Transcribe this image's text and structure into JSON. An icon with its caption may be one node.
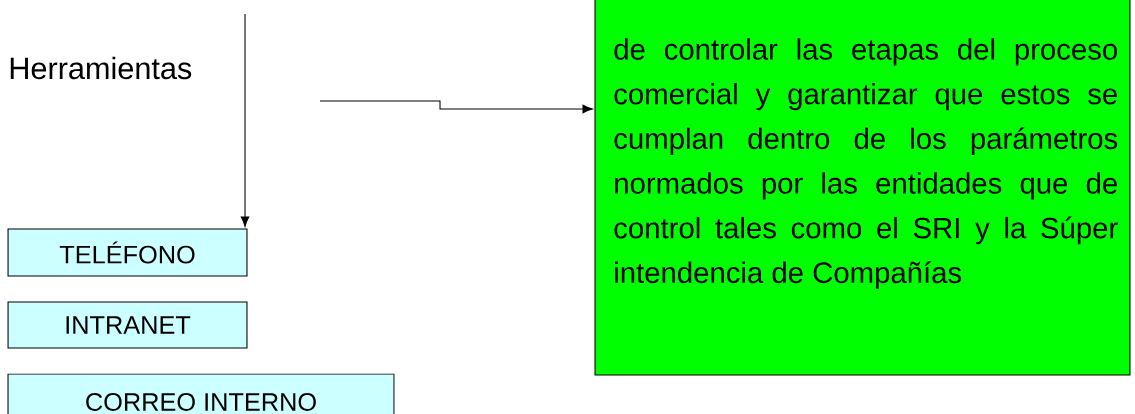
{
  "diagram": {
    "nodes": [
      {
        "text": [
          "TELÉFONO"
        ]
      },
      {
        "text": [
          "INTRANET"
        ]
      },
      {
        "text": [
          "CORREO INTERNO"
        ]
      },
      {
        "text": [
          "de controlar las etapas del proceso comercial y garantizar que estos se cumplan dentro de los parámetros normados por las entidades que de control tales como el SRI y la Súper intendencia de Compañías"
        ]
      }
    ],
    "edges": [
      {
        "from": null,
        "to": 0,
        "arrow": "to"
      },
      {
        "from": null,
        "to": 3,
        "arrow": "to"
      }
    ],
    "labels": [
      "Herramientas"
    ]
  }
}
